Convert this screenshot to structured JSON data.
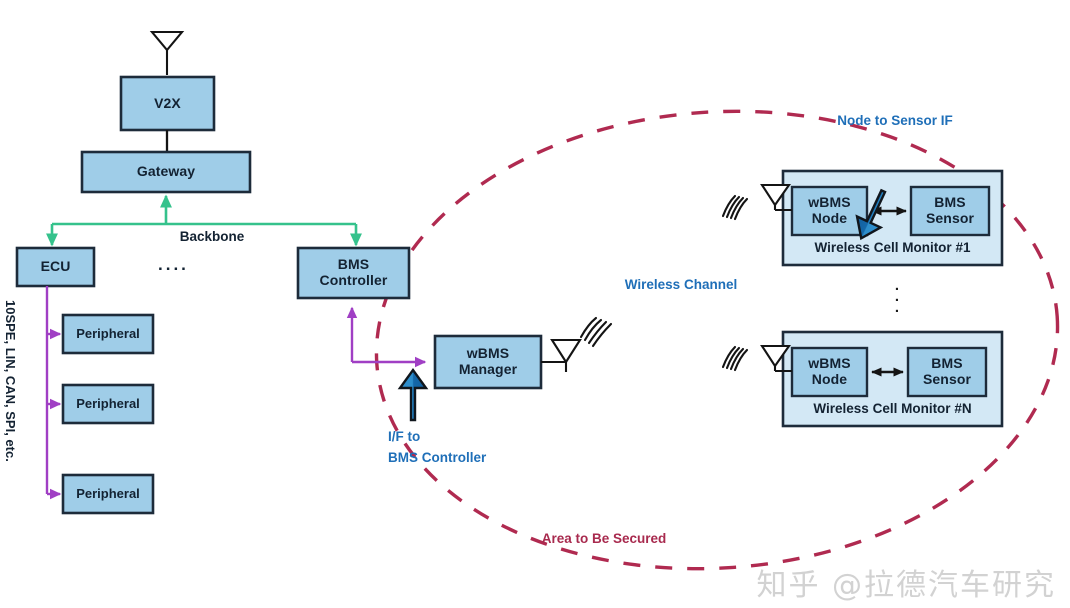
{
  "diagram": {
    "title_watermark": "知乎 @拉德汽车研究",
    "colors": {
      "box_fill": "#9fcde8",
      "box_fill_light": "#d3e8f5",
      "box_stroke": "#1d2b3a",
      "backbone_green": "#35c28c",
      "peripheral_purple": "#a03fc4",
      "secure_crimson": "#b02a50",
      "callout_blue": "#1f6fb8",
      "arrow_blue_light": "#3d95d0",
      "arrow_blue_dark": "#1769ab"
    }
  },
  "vehicle_network": {
    "v2x": "V2X",
    "gateway": "Gateway",
    "backbone_label": "Backbone",
    "ellipsis": "....",
    "ecu": "ECU",
    "bms_controller": "BMS\nController",
    "bus_label": "10SPE, LIN, CAN, SPI, etc.",
    "peripherals": [
      {
        "label": "Peripheral"
      },
      {
        "label": "Peripheral"
      },
      {
        "label": "Peripheral"
      }
    ]
  },
  "wireless_bms": {
    "manager": "wBMS\nManager",
    "wireless_channel_label": "Wireless Channel",
    "area_secured_label": "Area to Be Secured",
    "vertical_ellipsis": "⋮",
    "monitors": [
      {
        "caption": "Wireless Cell Monitor #1",
        "node": "wBMS\nNode",
        "sensor": "BMS\nSensor"
      },
      {
        "caption": "Wireless Cell Monitor #N",
        "node": "wBMS\nNode",
        "sensor": "BMS\nSensor"
      }
    ]
  },
  "callouts": {
    "node_to_sensor": "Node to Sensor IF",
    "if_to_bms_line1": "I/F to",
    "if_to_bms_line2": "BMS Controller"
  }
}
